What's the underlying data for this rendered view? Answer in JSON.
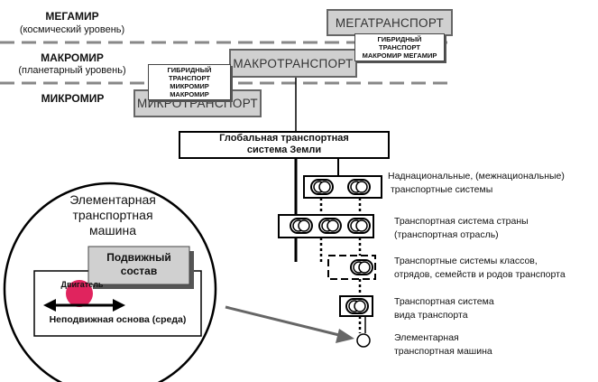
{
  "levels": {
    "mega": {
      "title": "МЕГАМИР",
      "subtitle": "(космический уровень)"
    },
    "macro": {
      "title": "МАКРОМИР",
      "subtitle": "(планетарный уровень)"
    },
    "micro": {
      "title": "МИКРОМИР"
    }
  },
  "transport": {
    "mega": "МЕГАТРАНСПОРТ",
    "macro": "МАКРОТРАНСПОРТ",
    "micro": "МИКРОТРАНСПОРТ"
  },
  "hybrid": {
    "upper": {
      "line1": "ГИБРИДНЫЙ",
      "line2": "ТРАНСПОРТ",
      "line3": "МАКРОМИР  МЕГАМИР"
    },
    "lower": {
      "line1": "ГИБРИДНЫЙ",
      "line2": "ТРАНСПОРТ",
      "line3": "МИКРОМИР  МАКРОМИР"
    }
  },
  "global_system": {
    "line1": "Глобальная транспортная",
    "line2": "система Земли"
  },
  "hierarchy": [
    {
      "line1": "Наднациональные,  (межнациональные)",
      "line2": "транспортные системы"
    },
    {
      "line1": "Транспортная  система страны",
      "line2": "(транспортная отрасль)"
    },
    {
      "line1": "Транспортные  системы классов,",
      "line2": "отрядов, семейств и родов транспорта"
    },
    {
      "line1": "Транспортная  система",
      "line2": "вида транспорта"
    },
    {
      "line1": "Элементарная",
      "line2": "транспортная  машина"
    }
  ],
  "machine": {
    "title_line1": "Элементарная",
    "title_line2": "транспортная",
    "title_line3": "машина",
    "rolling_line1": "Подвижный",
    "rolling_line2": "состав",
    "engine": "Двигатель",
    "base": "Неподвижная основа (среда)"
  },
  "colors": {
    "box_fill": "#d0d0d0",
    "engine": "#e0245e",
    "line": "#000000"
  }
}
